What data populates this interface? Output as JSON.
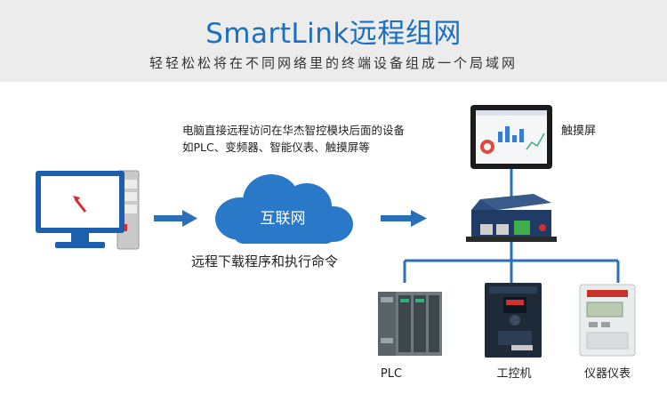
{
  "header": {
    "title": "SmartLink远程组网",
    "subtitle": "轻轻松松将在不同网络里的终端设备组成一个局域网"
  },
  "description": "电脑直接远程访问在华杰智控模块后面的设备如PLC、变频器、智能仪表、触摸屏等",
  "cloud_label": "互联网",
  "command_label": "远程下载程序和执行命令",
  "devices": {
    "touchscreen": "触摸屏",
    "plc": "PLC",
    "ipc": "工控机",
    "meter": "仪器仪表"
  },
  "colors": {
    "title": "#1a6fbf",
    "cloud": "#2a78c8",
    "line": "#2a6fb8",
    "header_bg": "#ececec"
  }
}
